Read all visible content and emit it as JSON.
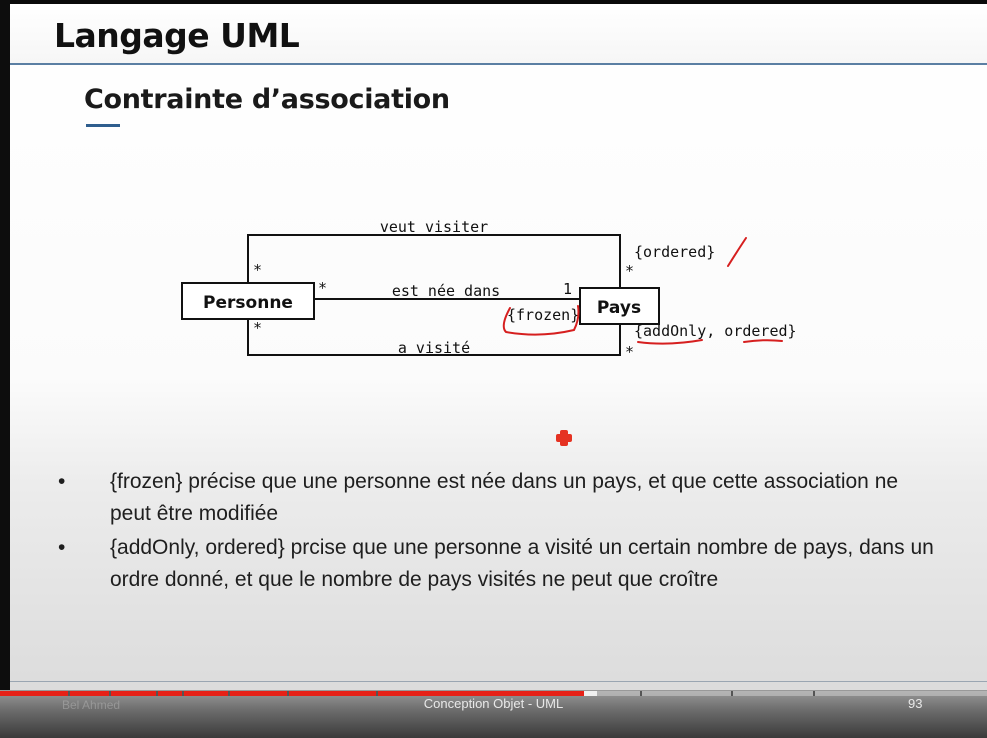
{
  "slide": {
    "title": "Langage UML",
    "subtitle": "Contrainte d’association"
  },
  "diagram": {
    "classes": {
      "left": "Personne",
      "right": "Pays"
    },
    "associations": {
      "top": {
        "label": "veut visiter",
        "mult_left": "*",
        "mult_right": "*",
        "constraint": "{ordered}"
      },
      "middle": {
        "label": "est née dans",
        "mult_left": "*",
        "mult_right": "1",
        "constraint": "{frozen}"
      },
      "bottom": {
        "label": "a visité",
        "mult_left": "*",
        "mult_right": "*",
        "constraint": "{addOnly, ordered}"
      }
    },
    "annotation_color": "#d61f1f"
  },
  "bullets": [
    {
      "marker": "•",
      "text": "{frozen} précise que une personne est née dans un pays, et que cette association ne peut être modifiée"
    },
    {
      "marker": "•",
      "text": "{addOnly, ordered} prcise que une personne a visité un certain nombre de pays, dans un ordre donné, et que le nombre de pays visités ne peut que croître"
    }
  ],
  "footer": {
    "center": "Conception Objet - UML",
    "page": "93",
    "left": "Bel Ahmed"
  },
  "player": {
    "progress_fraction": 0.592,
    "buffer_fraction": 0.605,
    "progress_color": "#e62117"
  }
}
